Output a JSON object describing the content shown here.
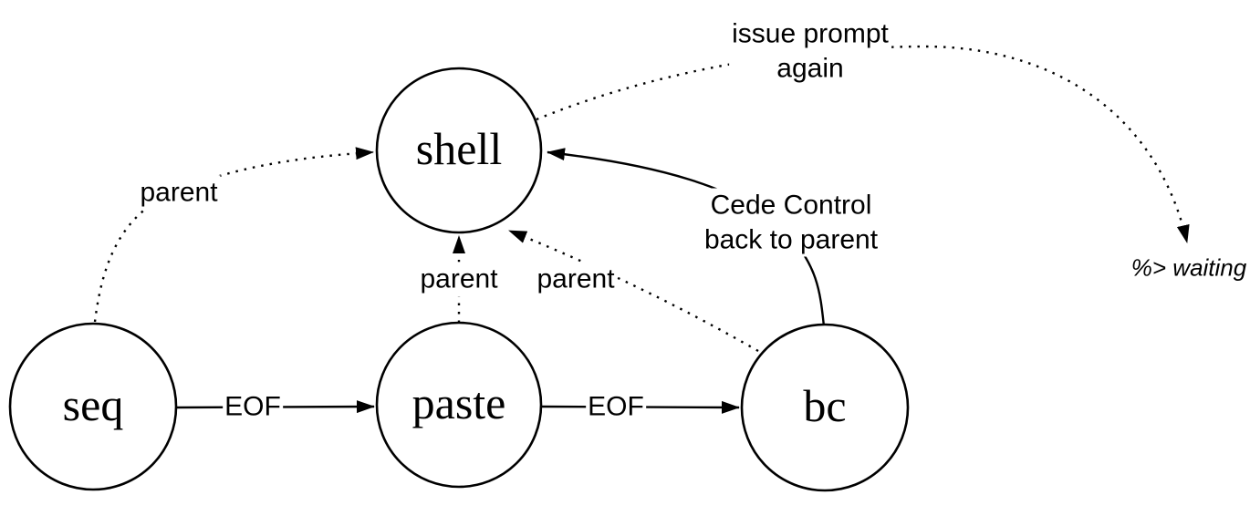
{
  "diagram": {
    "description": "process relationship state diagram",
    "colors": {
      "ink": "#000000",
      "background": "#ffffff"
    },
    "nodes": {
      "shell": {
        "label": "shell"
      },
      "seq": {
        "label": "seq"
      },
      "paste": {
        "label": "paste"
      },
      "bc": {
        "label": "bc"
      }
    },
    "edges": {
      "seq_shell": {
        "from": "seq",
        "to": "shell",
        "style": "dotted",
        "label": "parent"
      },
      "paste_shell": {
        "from": "paste",
        "to": "shell",
        "style": "dotted",
        "label": "parent"
      },
      "bc_shell_parent": {
        "from": "bc",
        "to": "shell",
        "style": "dotted",
        "label": "parent"
      },
      "seq_paste": {
        "from": "seq",
        "to": "paste",
        "style": "solid",
        "label": "EOF"
      },
      "paste_bc": {
        "from": "paste",
        "to": "bc",
        "style": "solid",
        "label": "EOF"
      },
      "bc_shell_cede": {
        "from": "bc",
        "to": "shell",
        "style": "solid",
        "label": "Cede Control\nback to parent"
      },
      "shell_prompt": {
        "from": "shell",
        "to": "waiting",
        "style": "dotted",
        "label": "issue prompt\nagain"
      }
    },
    "annotations": {
      "waiting": {
        "label": "%> waiting"
      }
    }
  }
}
